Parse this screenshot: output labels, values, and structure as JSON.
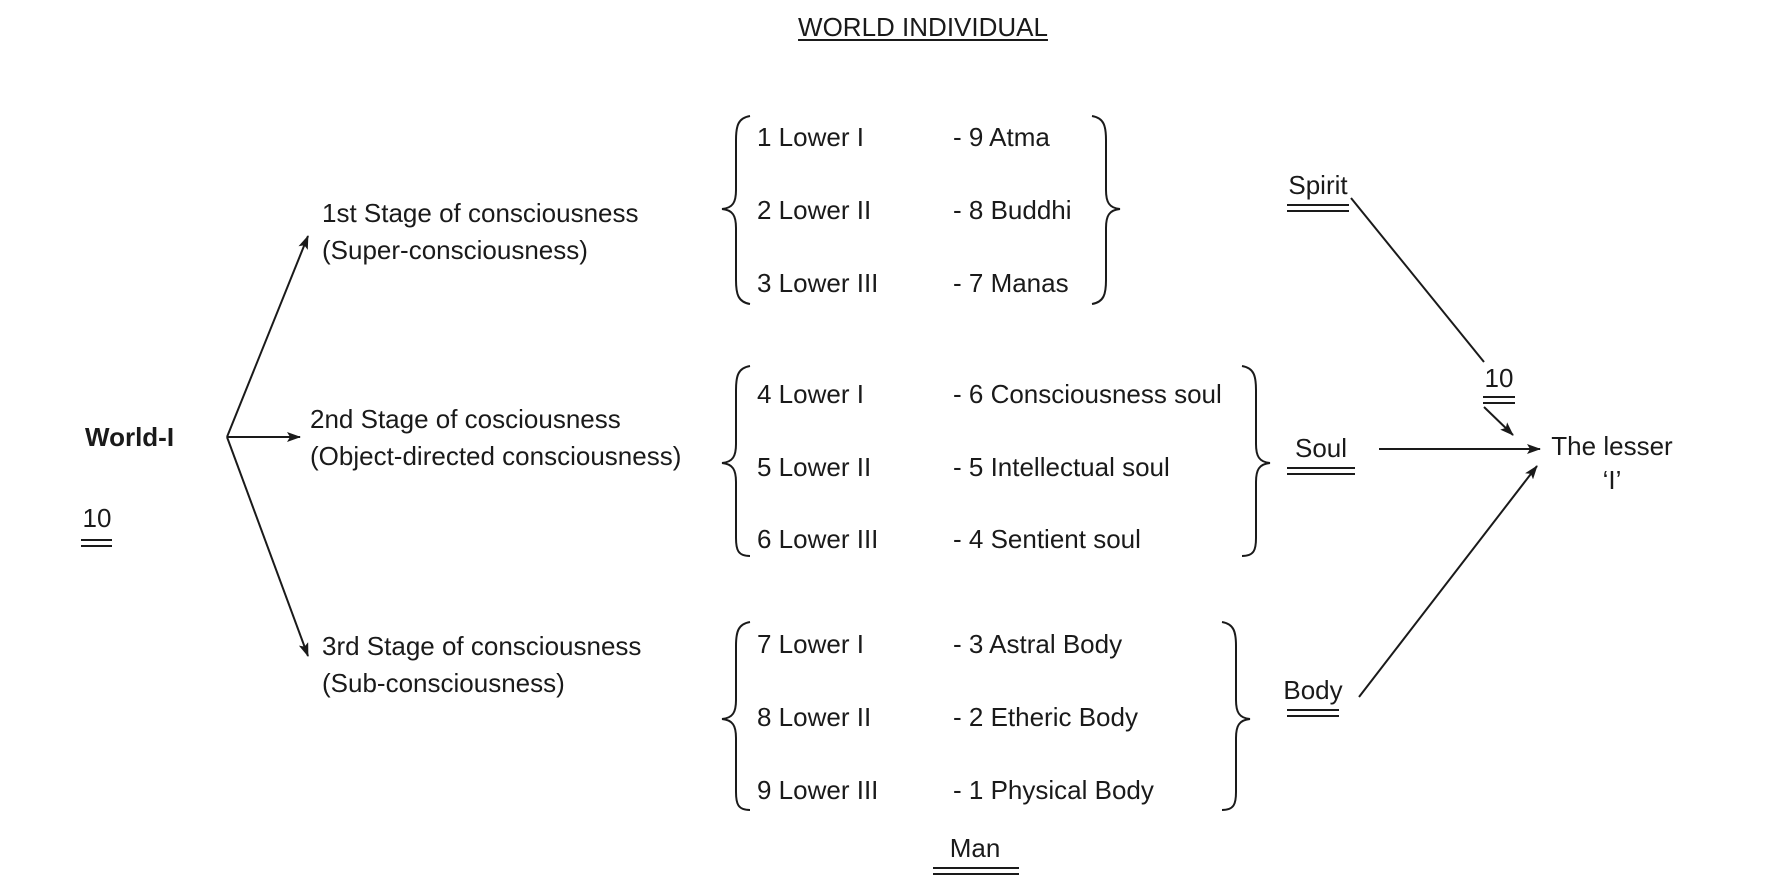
{
  "title": "WORLD INDIVIDUAL",
  "source": {
    "label": "World-I",
    "number": "10"
  },
  "stages": [
    {
      "name": "1st Stage of consciousness",
      "subtitle": "(Super-consciousness)",
      "rows": [
        {
          "lower": "1 Lower I",
          "higher": "- 9 Atma"
        },
        {
          "lower": "2 Lower II",
          "higher": "- 8 Buddhi"
        },
        {
          "lower": "3 Lower III",
          "higher": "- 7 Manas"
        }
      ],
      "group": "Spirit"
    },
    {
      "name": "2nd Stage of cosciousness",
      "subtitle": "(Object-directed consciousness)",
      "rows": [
        {
          "lower": "4 Lower I",
          "higher": "- 6 Consciousness soul"
        },
        {
          "lower": "5 Lower II",
          "higher": "- 5 Intellectual soul"
        },
        {
          "lower": "6 Lower III",
          "higher": "- 4 Sentient soul"
        }
      ],
      "group": "Soul"
    },
    {
      "name": "3rd Stage of consciousness",
      "subtitle": "(Sub-consciousness)",
      "rows": [
        {
          "lower": "7 Lower I",
          "higher": "- 3 Astral Body"
        },
        {
          "lower": "8 Lower II",
          "higher": "- 2 Etheric Body"
        },
        {
          "lower": "9 Lower III",
          "higher": "- 1 Physical Body"
        }
      ],
      "group": "Body"
    }
  ],
  "bottom_label": "Man",
  "target": {
    "number": "10",
    "line1": "The lesser",
    "line2": "‘I’"
  }
}
